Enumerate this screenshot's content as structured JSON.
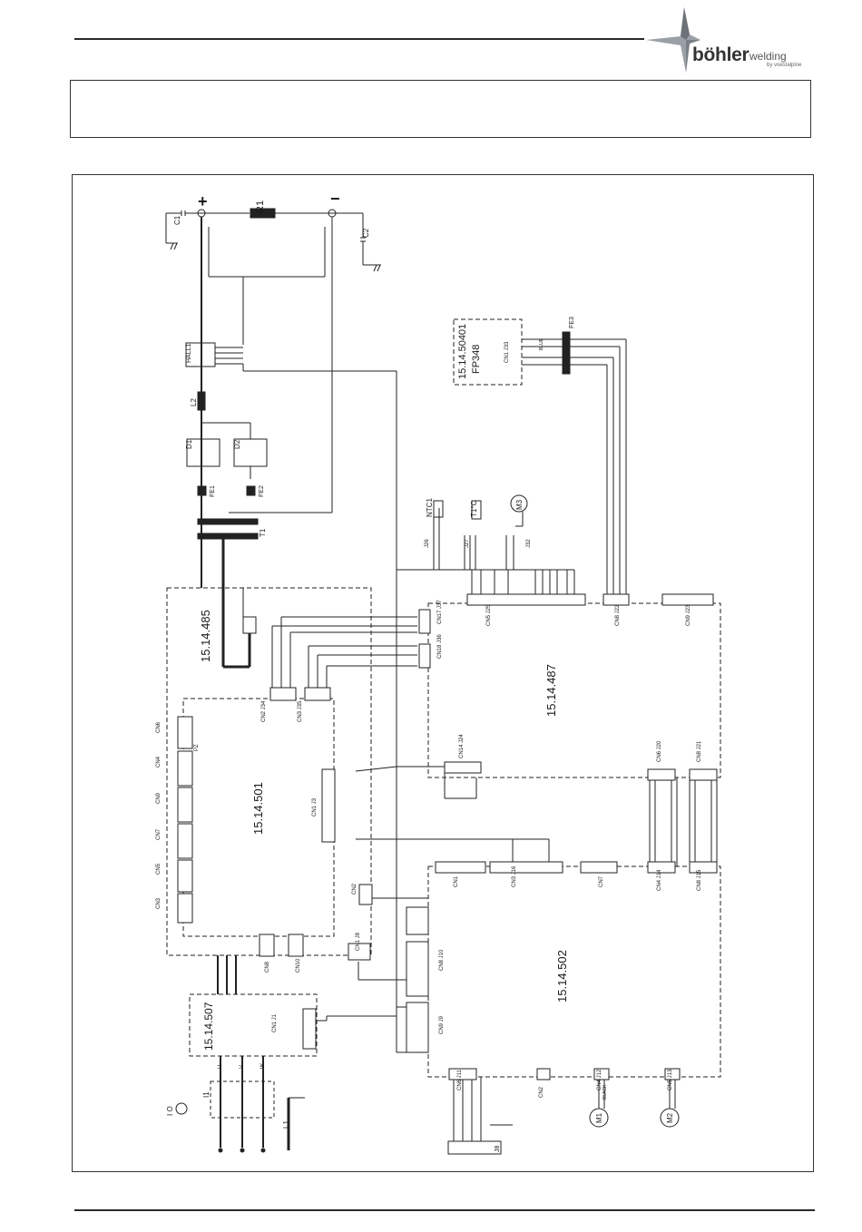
{
  "brand": {
    "name": "böhler",
    "suffix": "welding",
    "tagline": "by voestalpine"
  },
  "boards": {
    "b485": "15.14.485",
    "b501": "15.14.501",
    "b487": "15.14.487",
    "b502": "15.14.502",
    "b507": "15.14.507",
    "b50401": "15.14.50401",
    "fp348": "FP348"
  },
  "components": {
    "r1": "R1",
    "c1": "C1",
    "c2": "C2",
    "plus": "+",
    "minus": "−",
    "hall": "HALL1",
    "l2": "L2",
    "d1": "D1",
    "d2": "D2",
    "fe1": "FE1",
    "fe2": "FE2",
    "t1": "T1",
    "l1": "L1",
    "i1": "I1",
    "ntc1": "NTC1",
    "t1c": "T1°C",
    "m3": "M3",
    "m1": "M1",
    "m2": "M2",
    "fe3": "FE3",
    "j8": "J8",
    "i0": "I  O"
  },
  "connectors": {
    "cn6": "CN6",
    "cn4": "CN4",
    "cn9": "CN9",
    "cn7": "CN7",
    "cn5": "CN5",
    "cn3": "CN3",
    "cn8": "CN8",
    "cn10": "CN10",
    "cn2j34": "CN2 J34",
    "cn3j35": "CN3 J35",
    "cn1j3": "CN1 J3",
    "cn1j8": "CN1 J8",
    "cn2": "CN2",
    "cn17j37": "CN17 J37",
    "cn18j36": "CN18 J36",
    "cn5j25": "CN5 J25",
    "cn8j22": "CN8 J22",
    "cn9j23": "CN9 J23",
    "cn14j24": "CN14 J24",
    "cn6j20": "CN6 J20",
    "cn8j21": "CN8 J21",
    "cn1": "CN1",
    "cn3j16": "CN3 J16",
    "cn4j14": "CN4 J14",
    "cn8j15": "CN8 J15",
    "cn8j10": "CN8 J10",
    "cn9j9": "CN9 J9",
    "cn6j11": "CN6 J11",
    "cn2b": "CN2",
    "cn4j12": "CN4 J12",
    "cn5j13": "CN5 J13",
    "cn1j1": "CN1 J1",
    "cn1j33": "CN1 J33",
    "j26": "J26",
    "j27": "J27",
    "j32": "J32",
    "pz": "PZ"
  },
  "wires": {
    "uvw": [
      "U",
      "V",
      "W"
    ],
    "blue": "BLUE",
    "black": "BLACK"
  }
}
